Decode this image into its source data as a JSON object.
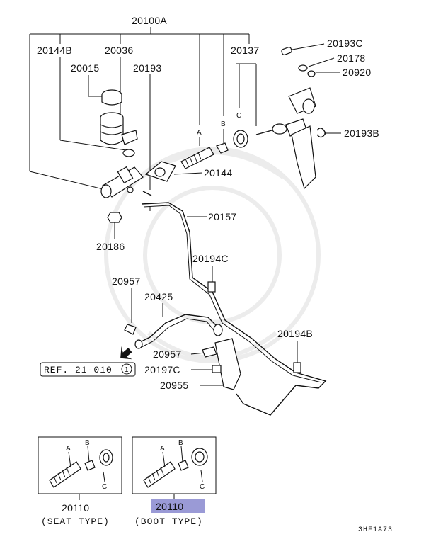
{
  "callouts": {
    "assembly": "20100A",
    "reservoir_cap_seal": "20144B",
    "reservoir": "20036",
    "reservoir_cap": "20015",
    "pin": "20193",
    "pushrod_kit": "20137",
    "clip": "20193C",
    "bushing": "20178",
    "washer": "20920",
    "snap_pin": "20193B",
    "gasket": "20144",
    "pipe": "20157",
    "nut": "20186",
    "clamp_upper": "20194C",
    "hose_clip_upper": "20957",
    "hose": "20425",
    "hose_clip_lower": "20957",
    "clamp_lower": "20194B",
    "bracket_bolt": "20197C",
    "bracket": "20955",
    "seat_kit": "20110",
    "boot_kit": "20110"
  },
  "letters": {
    "a": "A",
    "b": "B",
    "c": "C"
  },
  "reference": {
    "text": "REF. 21-010",
    "circled": "1"
  },
  "captions": {
    "seat_type": "(SEAT TYPE)",
    "boot_type": "(BOOT TYPE)"
  },
  "drawing_code": "3HF1A73",
  "colors": {
    "highlight": "#9a9ad6",
    "ink": "#111111"
  }
}
